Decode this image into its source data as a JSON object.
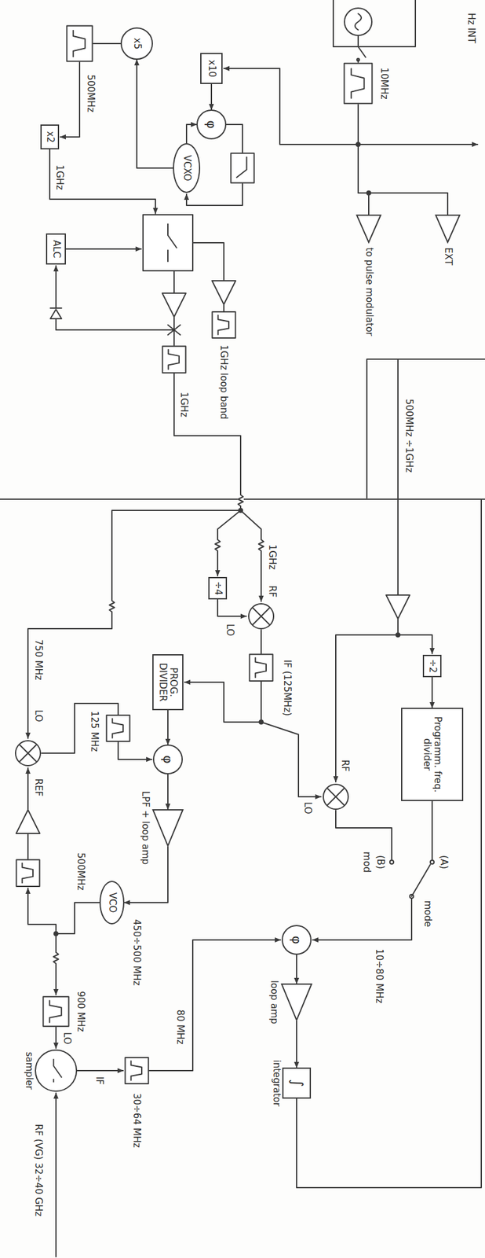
{
  "diagram": {
    "nodes": [
      {
        "text": [
          "EXT"
        ]
      },
      {
        "text": [
          "to pulse modulator"
        ]
      },
      {
        "text": [
          "x10"
        ]
      },
      {
        "text": [
          "φ"
        ]
      },
      {
        "text": [
          "VCXO"
        ]
      },
      {
        "text": [
          "x5"
        ]
      },
      {
        "text": [
          "x2"
        ]
      },
      {
        "text": [
          "ALC"
        ]
      },
      {
        "text": [
          "÷4"
        ]
      },
      {
        "text": [
          "÷2"
        ]
      },
      {
        "text": [
          "Programm. freq. divider"
        ]
      },
      {
        "text": [
          "PROG. DIVIDER"
        ]
      },
      {
        "text": [
          "φ"
        ]
      },
      {
        "text": [
          "LPF + loop amp"
        ]
      },
      {
        "text": [
          "VCO"
        ]
      },
      {
        "text": [
          "φ"
        ]
      },
      {
        "text": [
          "loop amp"
        ]
      },
      {
        "text": [
          "∫",
          "integrator"
        ]
      },
      {
        "text": [
          "sampler"
        ]
      }
    ],
    "edges": [
      {
        "from": 2,
        "to": 3,
        "arrow": "to"
      },
      {
        "from": 4,
        "to": 3,
        "arrow": "to"
      },
      {
        "from": 4,
        "to": 5,
        "arrow": "to"
      },
      {
        "from": 9,
        "to": 10,
        "arrow": "to"
      },
      {
        "from": 11,
        "to": 12,
        "arrow": "to"
      },
      {
        "from": 12,
        "to": 13,
        "arrow": "to"
      },
      {
        "from": 13,
        "to": 14,
        "arrow": "to"
      },
      {
        "from": 15,
        "to": 16,
        "arrow": "to"
      },
      {
        "from": 16,
        "to": 17,
        "arrow": "to"
      }
    ],
    "labels": [
      "Hz INT",
      "10MHz",
      "500MHz",
      "1GHz",
      "1GHz loop band",
      "1GHz",
      "500MHz ÷1GHz",
      "1GHz",
      "RF",
      "LO",
      "IF (125MHz)",
      "RF",
      "LO",
      "mode",
      "(A)",
      "(B)",
      "mod",
      "10÷80 MHz",
      "125 MHz",
      "750 MHz",
      "LO",
      "REF",
      "500MHz",
      "450÷500 MHz",
      "900 MHz",
      "LO",
      "80 MHz",
      "IF",
      "30÷64 MHz",
      "RF (VG) 32÷40 GHz"
    ]
  }
}
